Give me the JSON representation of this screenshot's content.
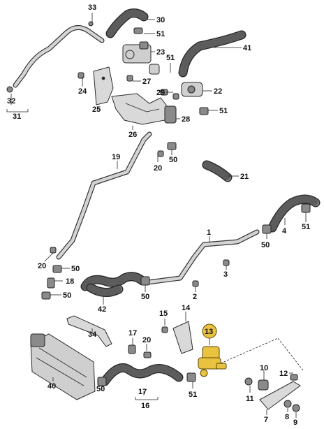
{
  "diagram": {
    "callouts": [
      {
        "id": "c33",
        "label": "33"
      },
      {
        "id": "c30",
        "label": "30"
      },
      {
        "id": "c51a",
        "label": "51"
      },
      {
        "id": "c23",
        "label": "23"
      },
      {
        "id": "c41",
        "label": "41"
      },
      {
        "id": "c51b",
        "label": "51"
      },
      {
        "id": "c24",
        "label": "24"
      },
      {
        "id": "c27",
        "label": "27"
      },
      {
        "id": "c22",
        "label": "22"
      },
      {
        "id": "c29",
        "label": "29"
      },
      {
        "id": "c32",
        "label": "32"
      },
      {
        "id": "c31",
        "label": "31"
      },
      {
        "id": "c25",
        "label": "25"
      },
      {
        "id": "c51c",
        "label": "51"
      },
      {
        "id": "c28",
        "label": "28"
      },
      {
        "id": "c26",
        "label": "26"
      },
      {
        "id": "c19",
        "label": "19"
      },
      {
        "id": "c20a",
        "label": "20"
      },
      {
        "id": "c50a",
        "label": "50"
      },
      {
        "id": "c21",
        "label": "21"
      },
      {
        "id": "c51d",
        "label": "51"
      },
      {
        "id": "c4",
        "label": "4"
      },
      {
        "id": "c1",
        "label": "1"
      },
      {
        "id": "c50b",
        "label": "50"
      },
      {
        "id": "c20b",
        "label": "20"
      },
      {
        "id": "c50c",
        "label": "50"
      },
      {
        "id": "c3",
        "label": "3"
      },
      {
        "id": "c18",
        "label": "18"
      },
      {
        "id": "c50d",
        "label": "50"
      },
      {
        "id": "c2",
        "label": "2"
      },
      {
        "id": "c42",
        "label": "42"
      },
      {
        "id": "c50e",
        "label": "50"
      },
      {
        "id": "c15",
        "label": "15"
      },
      {
        "id": "c14",
        "label": "14"
      },
      {
        "id": "c13",
        "label": "13"
      },
      {
        "id": "c34",
        "label": "34"
      },
      {
        "id": "c17a",
        "label": "17"
      },
      {
        "id": "c20c",
        "label": "20"
      },
      {
        "id": "c10",
        "label": "10"
      },
      {
        "id": "c12",
        "label": "12"
      },
      {
        "id": "c40",
        "label": "40"
      },
      {
        "id": "c50f",
        "label": "50"
      },
      {
        "id": "c51e",
        "label": "51"
      },
      {
        "id": "c11",
        "label": "11"
      },
      {
        "id": "c17b",
        "label": "17"
      },
      {
        "id": "c16",
        "label": "16"
      },
      {
        "id": "c7",
        "label": "7"
      },
      {
        "id": "c8",
        "label": "8"
      },
      {
        "id": "c9",
        "label": "9"
      }
    ],
    "highlight_color": "#e9c23f"
  }
}
